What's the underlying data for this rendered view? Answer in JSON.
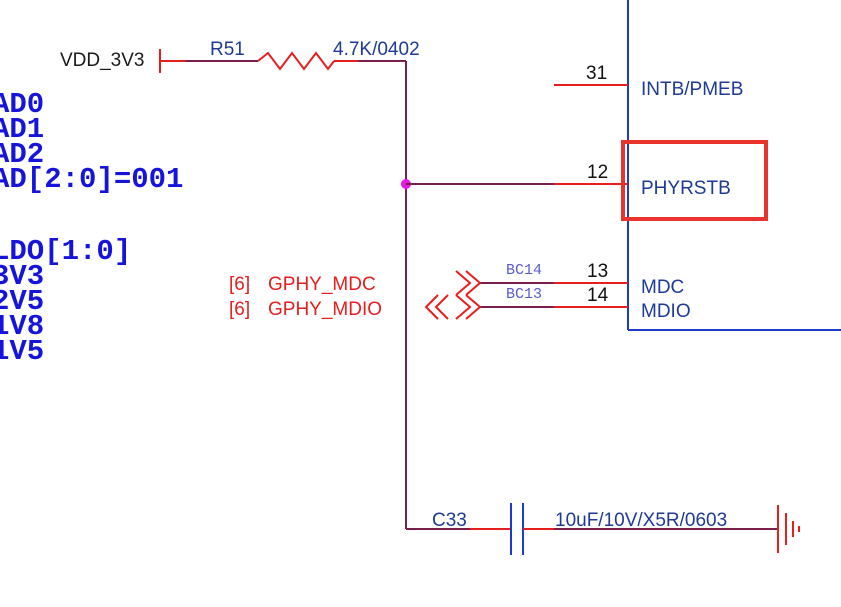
{
  "left_notes": [
    "AD0",
    "AD1",
    "AD2",
    "AD[2:0]=001",
    "LDO[1:0]",
    "3V3",
    "2V5",
    "1V8",
    "1V5"
  ],
  "power_label": "VDD_3V3",
  "resistor": {
    "ref": "R51",
    "value": "4.7K/0402"
  },
  "capacitor": {
    "ref": "C33",
    "value": "10uF/10V/X5R/0603"
  },
  "pins": [
    {
      "num": "31",
      "name": "INTB/PMEB"
    },
    {
      "num": "12",
      "name": "PHYRSTB"
    },
    {
      "num": "13",
      "name": "MDC"
    },
    {
      "num": "14",
      "name": "MDIO"
    }
  ],
  "bus_tags": [
    "BC14",
    "BC13"
  ],
  "net_labels": [
    {
      "ref": "[6]",
      "name": "GPHY_MDC"
    },
    {
      "ref": "[6]",
      "name": "GPHY_MDIO"
    }
  ],
  "colors": {
    "wire_red": "#e61e1e",
    "net_wire": "#7a1e4e",
    "chip_outline": "#1e3ac8",
    "highlight": "#e8342c",
    "junction": "#e619e6",
    "note_text": "#1414dc"
  }
}
